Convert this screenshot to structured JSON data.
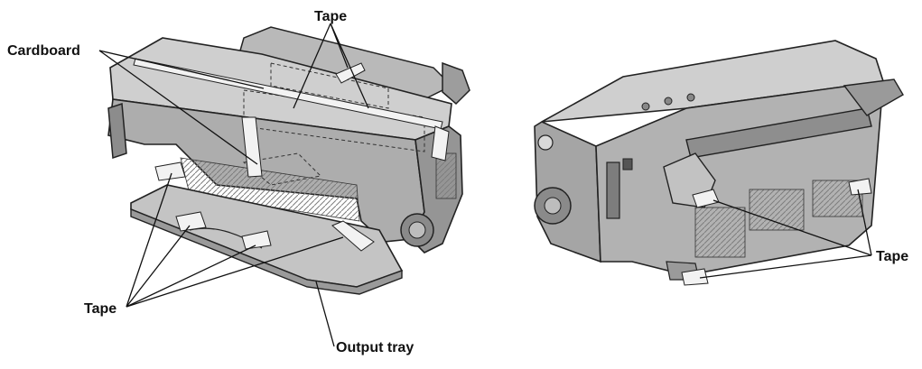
{
  "labels": {
    "tape_top": "Tape",
    "cardboard": "Cardboard",
    "tape_left": "Tape",
    "output_tray": "Output tray",
    "tape_right": "Tape"
  }
}
